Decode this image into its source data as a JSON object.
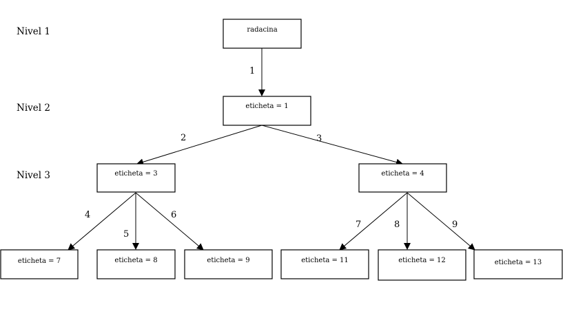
{
  "levels": [
    {
      "label": "Nivel 1"
    },
    {
      "label": "Nivel 2"
    },
    {
      "label": "Nivel 3"
    }
  ],
  "nodes": {
    "root": {
      "label": "radacina"
    },
    "n1": {
      "label": "eticheta = 1"
    },
    "n3": {
      "label": "eticheta = 3"
    },
    "n4": {
      "label": "eticheta = 4"
    },
    "n7": {
      "label": "eticheta = 7"
    },
    "n8": {
      "label": "eticheta = 8"
    },
    "n9": {
      "label": "eticheta = 9"
    },
    "n11": {
      "label": "eticheta = 11"
    },
    "n12": {
      "label": "eticheta = 12"
    },
    "n13": {
      "label": "eticheta = 13"
    }
  },
  "edges": [
    {
      "from": "root",
      "to": "n1",
      "label": "1"
    },
    {
      "from": "n1",
      "to": "n3",
      "label": "2"
    },
    {
      "from": "n1",
      "to": "n4",
      "label": "3"
    },
    {
      "from": "n3",
      "to": "n7",
      "label": "4"
    },
    {
      "from": "n3",
      "to": "n8",
      "label": "5"
    },
    {
      "from": "n3",
      "to": "n9",
      "label": "6"
    },
    {
      "from": "n4",
      "to": "n11",
      "label": "7"
    },
    {
      "from": "n4",
      "to": "n12",
      "label": "8"
    },
    {
      "from": "n4",
      "to": "n13",
      "label": "9"
    }
  ]
}
